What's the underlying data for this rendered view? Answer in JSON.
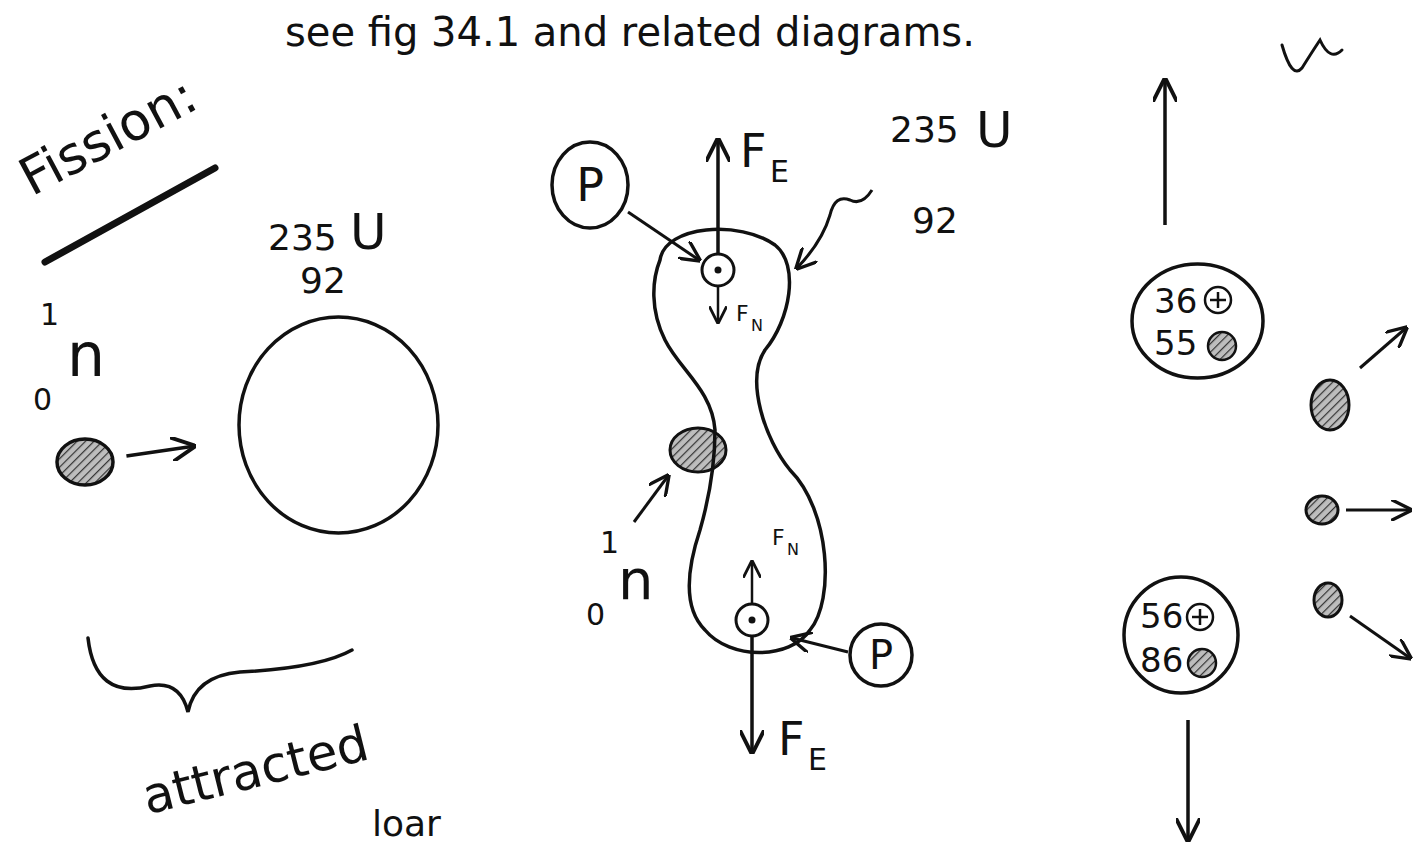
{
  "diagram": {
    "title": "Fission:",
    "nodes": [
      {
        "text": [
          "1",
          "0",
          "n"
        ]
      },
      {
        "text": [
          "235",
          "U",
          "92"
        ]
      },
      {
        "text": [
          "235",
          "U",
          "92"
        ]
      },
      {
        "text": [
          "P"
        ]
      },
      {
        "text": [
          "P"
        ]
      },
      {
        "text": [
          "36",
          "55"
        ]
      },
      {
        "text": [
          "56",
          "86"
        ]
      }
    ],
    "edges": [
      {
        "from": 0,
        "to": 1,
        "arrow": "to"
      }
    ],
    "labels": [
      "see fig 34.1 and related diagrams.",
      "F",
      "E",
      "F",
      "N",
      "1",
      "0",
      "n",
      "F",
      "N",
      "F",
      "E",
      "attracted",
      "loar"
    ]
  }
}
